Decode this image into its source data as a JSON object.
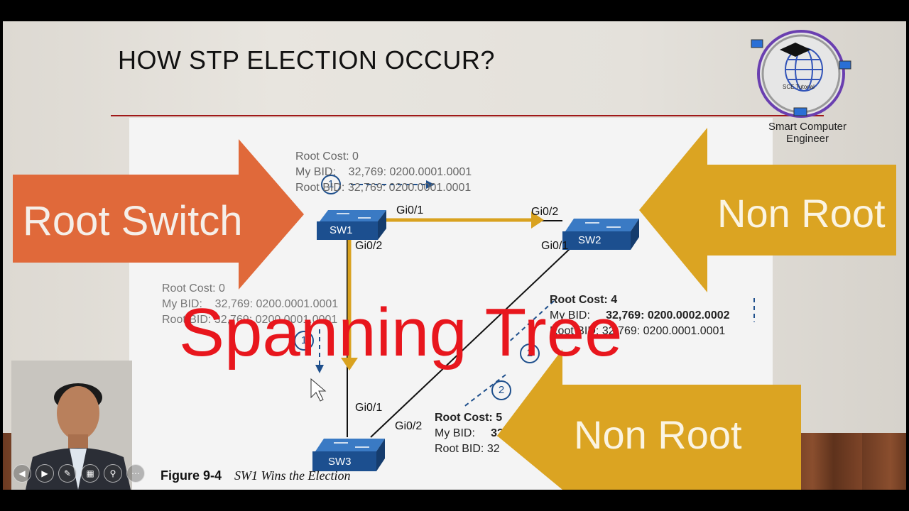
{
  "slide": {
    "title": "HOW STP ELECTION OCCUR?"
  },
  "logo": {
    "badge": "SCE Tutorial",
    "name_line1": "Smart Computer",
    "name_line2": "Engineer"
  },
  "overlay": {
    "root_switch": "Root Switch",
    "non_root_top": "Non Root",
    "non_root_bottom": "Non Root",
    "spanning_tree": "Spanning Tree"
  },
  "colors": {
    "orange_arrow": "#e0693a",
    "gold_arrow": "#dba422",
    "red_text": "#e8161d",
    "switch_blue": "#1c4f8f",
    "accent_blue": "#1e4f8c"
  },
  "figure": {
    "caption_number": "Figure 9-4",
    "caption_title": "SW1 Wins the Election",
    "switches": [
      {
        "label": "SW1"
      },
      {
        "label": "SW2"
      },
      {
        "label": "SW3"
      }
    ],
    "ports": {
      "sw1_gi01": "Gi0/1",
      "sw1_gi02": "Gi0/2",
      "sw2_gi02": "Gi0/2",
      "sw2_gi01": "Gi0/1",
      "sw3_gi01": "Gi0/1",
      "sw3_gi02": "Gi0/2"
    },
    "steps": [
      "1",
      "1",
      "2",
      "2"
    ],
    "sw1_hello_right": {
      "root_cost": "Root Cost: 0",
      "my_bid_label": "My BID:",
      "my_bid_value": "32,769: 0200.0001.0001",
      "root_bid_label": "Root BID:",
      "root_bid_value": "32,769: 0200.0001.0001"
    },
    "sw1_hello_down": {
      "root_cost": "Root Cost: 0",
      "my_bid_label": "My BID:",
      "my_bid_value": "32,769: 0200.0001.0001",
      "root_bid_label": "Root BID:",
      "root_bid_value": "32,769: 0200.0001.0001"
    },
    "sw2_hello": {
      "root_cost": "Root Cost: 4",
      "my_bid_label": "My BID:",
      "my_bid_value": "32,769: 0200.0002.0002",
      "root_bid_label": "Root BID:",
      "root_bid_value": "32,769: 0200.0001.0001"
    },
    "sw3_hello": {
      "root_cost": "Root Cost: 5",
      "my_bid_label": "My BID:",
      "my_bid_value": "32,7",
      "root_bid_label": "Root BID:",
      "root_bid_value": "32"
    }
  }
}
